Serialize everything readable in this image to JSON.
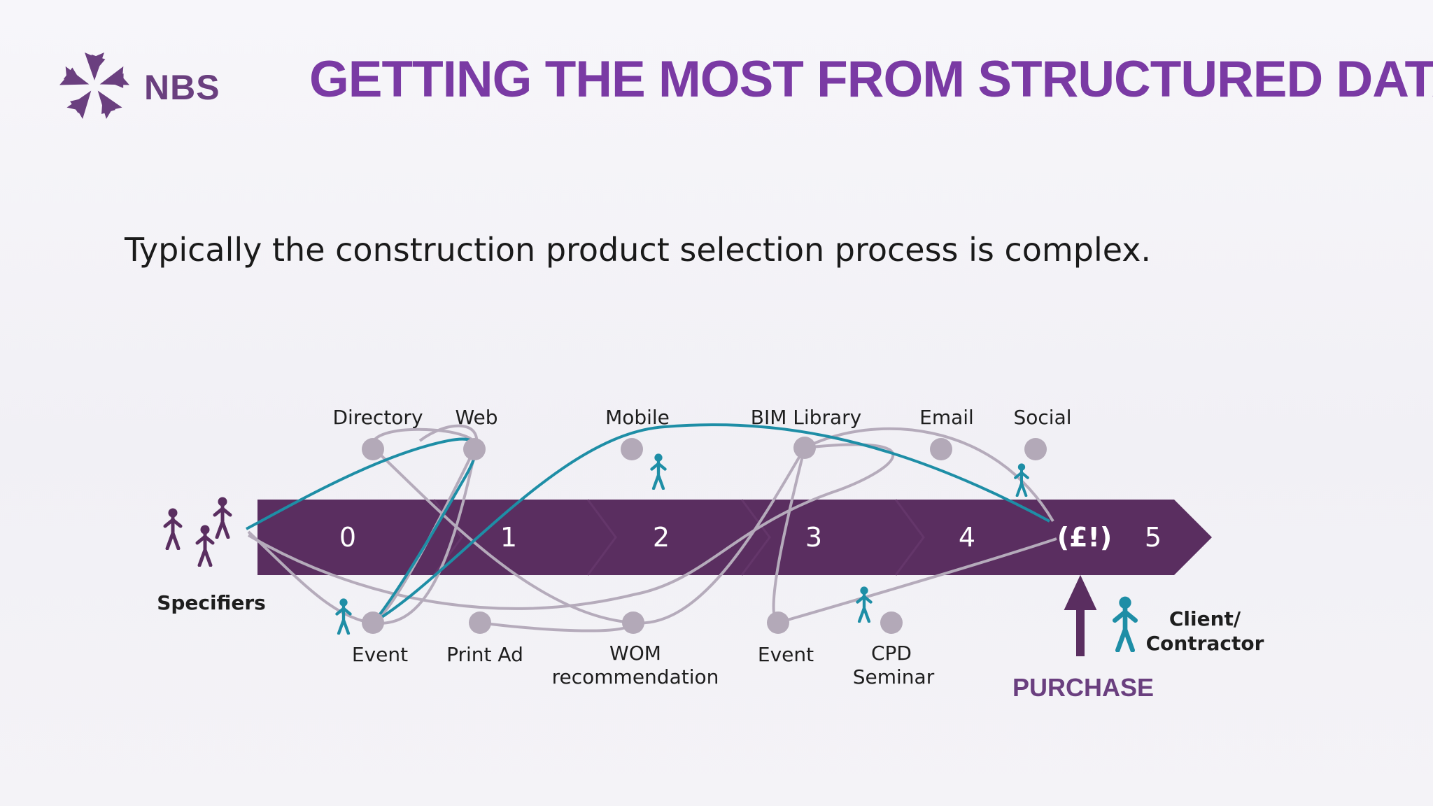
{
  "header": {
    "logo_text": "NBS",
    "title": "GETTING THE MOST FROM STRUCTURED DATA"
  },
  "subtitle": "Typically the construction product selection process is complex.",
  "diagram": {
    "stages": [
      "0",
      "1",
      "2",
      "3",
      "4",
      "5"
    ],
    "purchase_marker": "(£!)",
    "top_touchpoints": [
      "Directory",
      "Web",
      "Mobile",
      "BIM Library",
      "Email",
      "Social"
    ],
    "bottom_touchpoints": [
      "Event",
      "Print Ad",
      "WOM",
      "recommendation",
      "Event",
      "CPD",
      "Seminar"
    ],
    "specifiers_label": "Specifiers",
    "client_label_line1": "Client/",
    "client_label_line2": "Contractor",
    "purchase_label": "PURCHASE"
  },
  "colors": {
    "brand_purple": "#6a3f7f",
    "title_purple": "#7a3aa4",
    "arrow_fill": "#5a2e60",
    "teal": "#1e8ea6",
    "node_grey": "#b3a9b8"
  }
}
